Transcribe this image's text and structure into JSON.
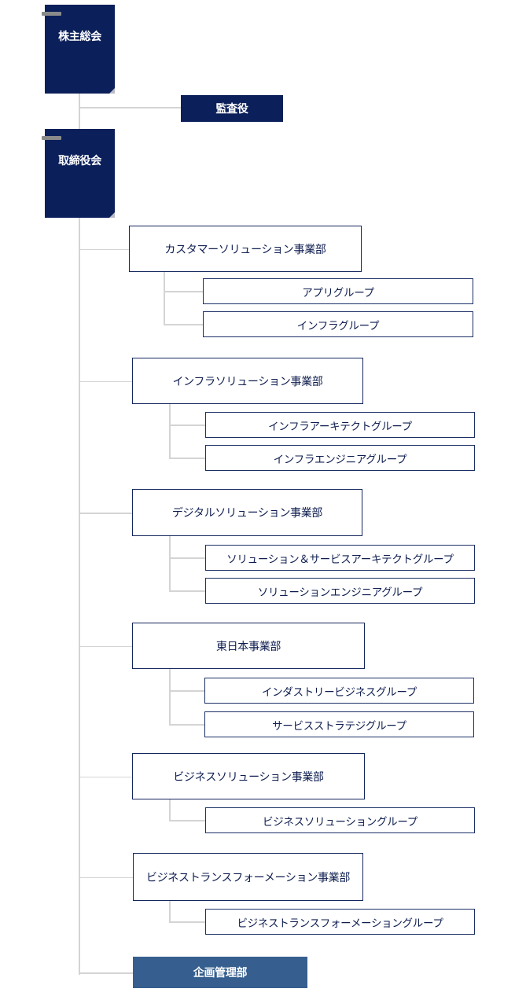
{
  "top": {
    "shareholders": "株主総会",
    "auditor": "監査役",
    "board": "取締役会"
  },
  "divisions": [
    {
      "name": "カスタマーソリューション事業部",
      "groups": [
        "アプリグループ",
        "インフラグループ"
      ]
    },
    {
      "name": "インフラソリューション事業部",
      "groups": [
        "インフラアーキテクトグループ",
        "インフラエンジニアグループ"
      ]
    },
    {
      "name": "デジタルソリューション事業部",
      "groups": [
        "ソリューション＆サービスアーキテクトグループ",
        "ソリューションエンジニアグループ"
      ]
    },
    {
      "name": "東日本事業部",
      "groups": [
        "インダストリービジネスグループ",
        "サービスストラテジグループ"
      ]
    },
    {
      "name": "ビジネスソリューション事業部",
      "groups": [
        "ビジネスソリューショングループ"
      ]
    },
    {
      "name": "ビジネストランスフォーメーション事業部",
      "groups": [
        "ビジネストランスフォーメーショングループ"
      ]
    }
  ],
  "planning": "企画管理部",
  "colors": {
    "navy": "#0b1f5a",
    "planning": "#365f8f",
    "line": "#d4d4d4"
  }
}
